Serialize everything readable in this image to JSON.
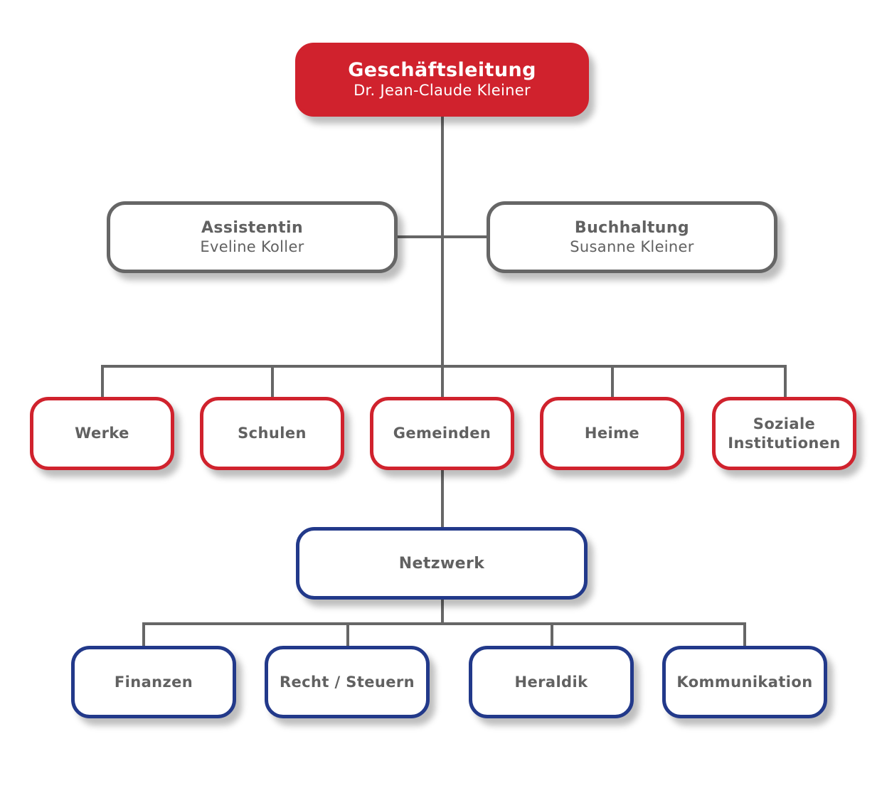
{
  "top": {
    "title": "Geschäftsleitung",
    "name": "Dr. Jean-Claude Kleiner"
  },
  "staff": [
    {
      "title": "Assistentin",
      "name": "Eveline Koller"
    },
    {
      "title": "Buchhaltung",
      "name": "Susanne Kleiner"
    }
  ],
  "departments": [
    {
      "title": "Werke"
    },
    {
      "title": "Schulen"
    },
    {
      "title": "Gemeinden"
    },
    {
      "title": "Heime"
    },
    {
      "title": "Soziale\nInstitutionen"
    }
  ],
  "network": {
    "title": "Netzwerk"
  },
  "network_units": [
    {
      "title": "Finanzen"
    },
    {
      "title": "Recht / Steuern"
    },
    {
      "title": "Heraldik"
    },
    {
      "title": "Kommunikation"
    }
  ],
  "colors": {
    "red": "#d0222d",
    "blue": "#22398a",
    "gray": "#666666",
    "text": "#616161"
  }
}
